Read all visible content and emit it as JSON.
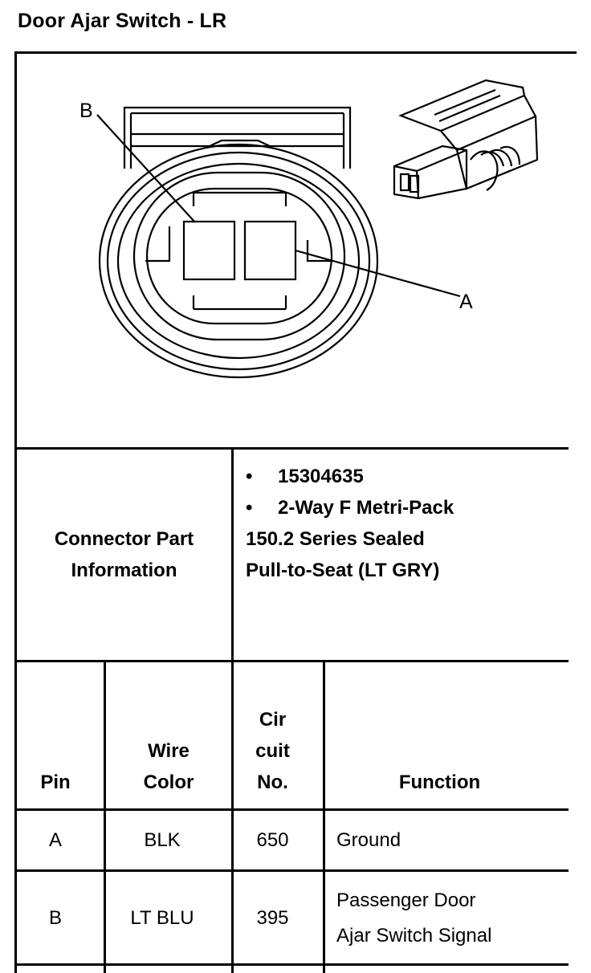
{
  "title": "Door Ajar Switch  - LR",
  "diagram": {
    "label_a": "A",
    "label_b": "B"
  },
  "connector": {
    "label_line1": "Connector Part",
    "label_line2": "Information",
    "bullets": [
      "15304635",
      "2-Way F Metri-Pack"
    ],
    "detail_line1": "150.2 Series Sealed",
    "detail_line2": "Pull-to-Seat (LT GRY)"
  },
  "table": {
    "headers": {
      "pin": "Pin",
      "wire_1": "Wire",
      "wire_2": "Color",
      "circuit_1": "Cir",
      "circuit_2": "cuit",
      "circuit_3": "No.",
      "function": "Function"
    },
    "rows": [
      {
        "pin": "A",
        "color": "BLK",
        "circuit": "650",
        "function_1": "Ground",
        "function_2": ""
      },
      {
        "pin": "B",
        "color": "LT BLU",
        "circuit": "395",
        "function_1": "Passenger Door",
        "function_2": "Ajar Switch Signal"
      }
    ]
  }
}
